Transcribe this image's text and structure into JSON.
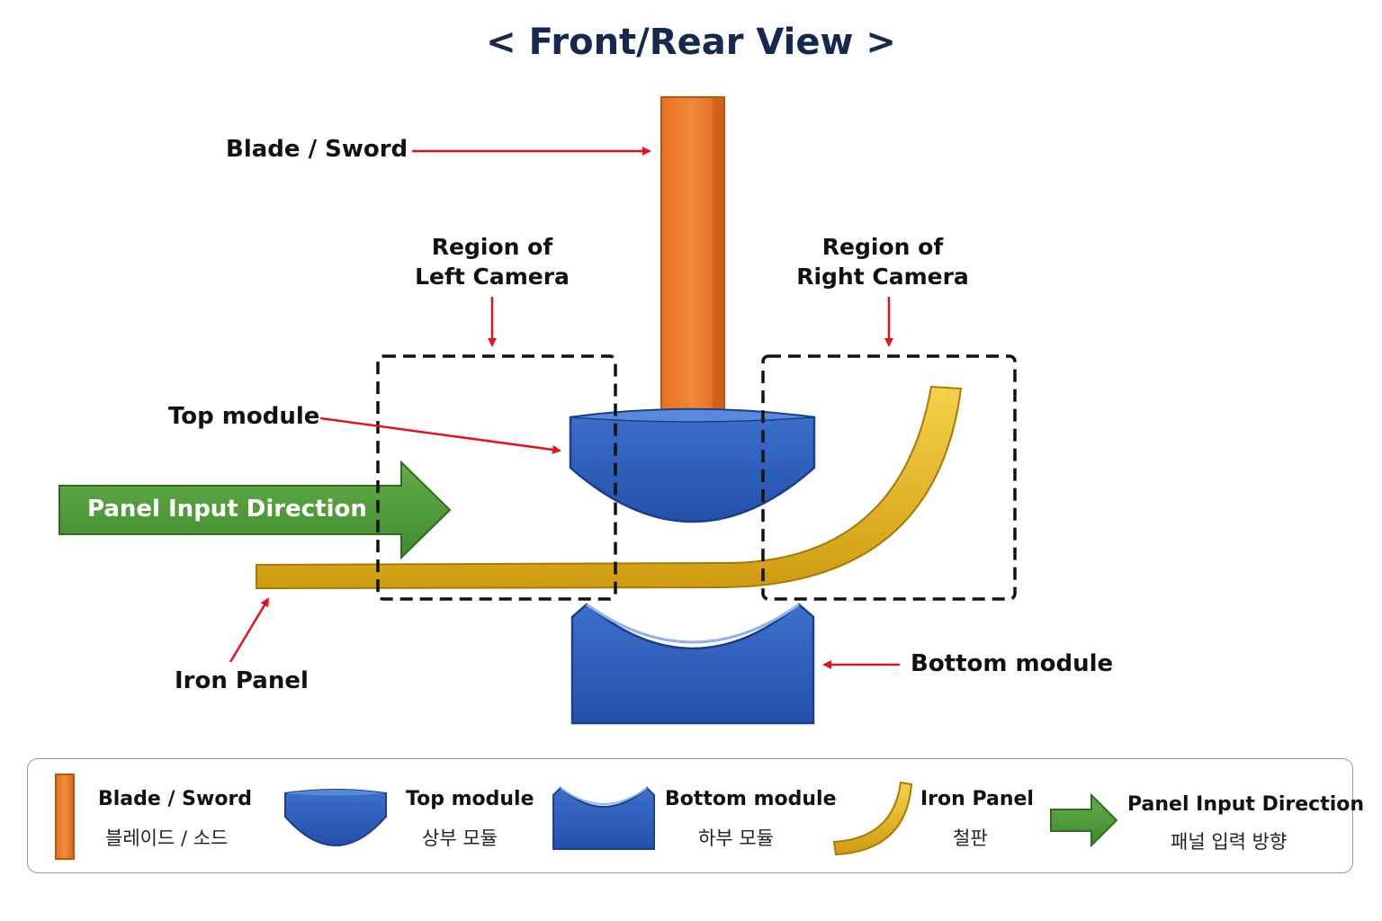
{
  "title": "< Front/Rear View >",
  "labels": {
    "blade": "Blade / Sword",
    "left_camera_line1": "Region of",
    "left_camera_line2": "Left Camera",
    "right_camera_line1": "Region of",
    "right_camera_line2": "Right Camera",
    "top_module": "Top module",
    "panel_input_direction": "Panel Input Direction",
    "iron_panel": "Iron Panel",
    "bottom_module": "Bottom module"
  },
  "legend": {
    "items": [
      {
        "en": "Blade / Sword",
        "ko": "블레이드 / 소드",
        "icon": "blade-icon"
      },
      {
        "en": "Top module",
        "ko": "상부 모듈",
        "icon": "top-module-icon"
      },
      {
        "en": "Bottom module",
        "ko": "하부 모듈",
        "icon": "bottom-module-icon"
      },
      {
        "en": "Iron Panel",
        "ko": "철판",
        "icon": "iron-panel-icon"
      },
      {
        "en": "Panel Input Direction",
        "ko": "패널 입력 방향",
        "icon": "green-arrow-icon"
      }
    ]
  },
  "colors": {
    "title": "#14294d",
    "blade": "#ee7a2a",
    "module_blue": "#2f5fbf",
    "iron_panel": "#e8b820",
    "arrow_green": "#4f9a3c",
    "callout_red": "#e0141a",
    "camera_box": "#111111"
  }
}
